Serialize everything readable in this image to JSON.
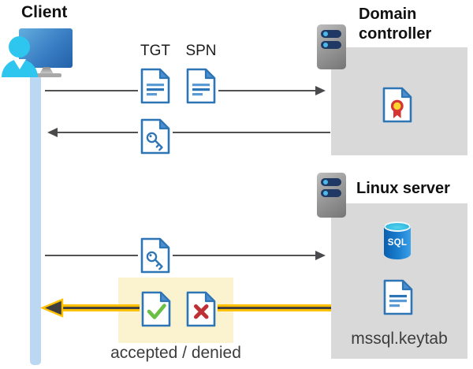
{
  "diagram": {
    "client": {
      "label": "Client"
    },
    "domain_controller": {
      "label": "Domain controller"
    },
    "linux_server": {
      "label": "Linux server"
    },
    "tickets": {
      "tgt_label": "TGT",
      "spn_label": "SPN"
    },
    "sql_label": "SQL",
    "keytab_label": "mssql.keytab",
    "result_label": "accepted / denied"
  },
  "icons": {
    "client_icon": "person-at-monitor",
    "domain_controller_icon": "server-tower",
    "linux_server_icon": "server-tower",
    "tgt_icon": "text-document",
    "spn_icon": "text-document",
    "ticket_icon": "key-document",
    "certificate_icon": "certificate-document",
    "accepted_icon": "check-document",
    "denied_icon": "x-document",
    "sql_icon": "sql-database-cylinder",
    "keytab_icon": "text-document"
  },
  "colors": {
    "panel_grey": "#d9d9d9",
    "lifeline_blue": "#bcd7f1",
    "arrow_grey": "#4d4d4f",
    "doc_border_blue": "#2e75b6",
    "doc_fold_blue": "#4c8ed0",
    "doc_line_light_blue": "#5b9bd5",
    "highlight_yellow_bg": "#fbf3cf",
    "arrow_yellow": "#ffc000",
    "check_green": "#6abf45",
    "cross_red": "#bf3036",
    "certificate_red": "#d73534",
    "certificate_yellow": "#ffd42e",
    "sql_blue": "#0a5fae",
    "sql_cyan": "#45cbe9",
    "person_cyan": "#2ec6ee"
  }
}
